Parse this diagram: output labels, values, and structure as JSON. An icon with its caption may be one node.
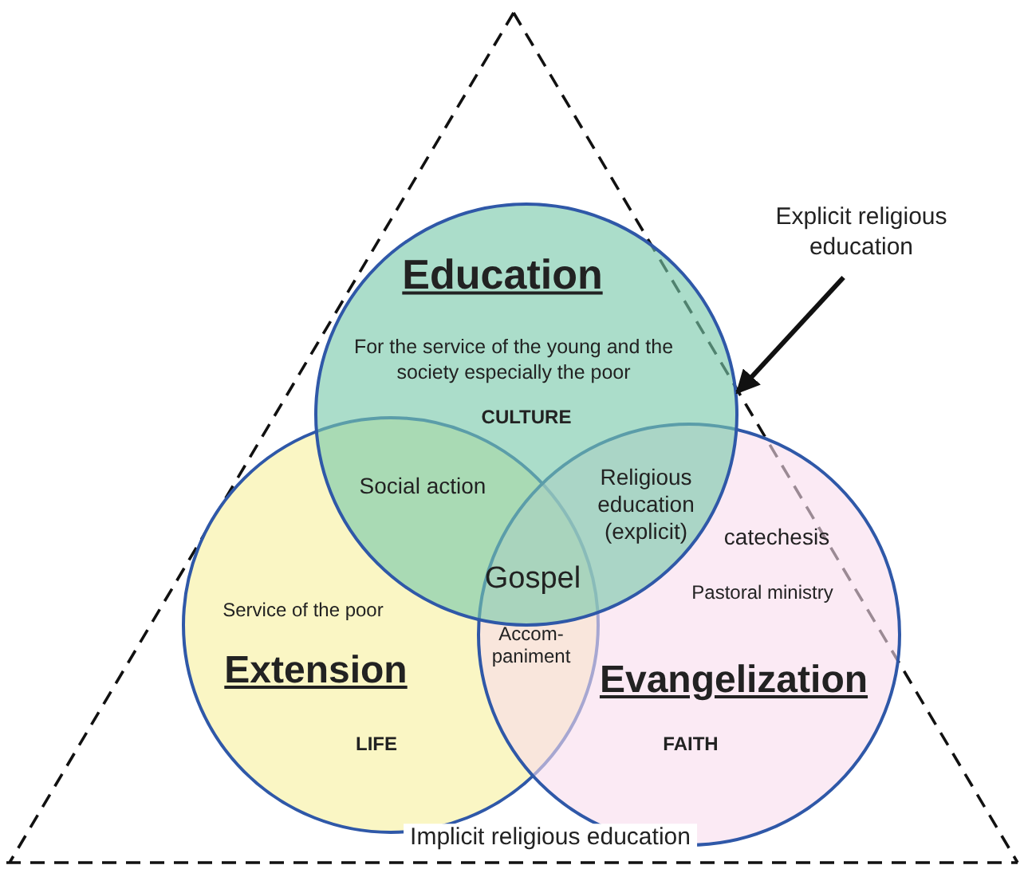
{
  "diagram": {
    "nodes": [
      {
        "text": [
          "Implicit religious education"
        ]
      },
      {
        "text": [
          "Explicit religious education"
        ]
      },
      {
        "text": [
          "Education",
          "For the service of the young and the society especially the poor",
          "CULTURE"
        ]
      },
      {
        "text": [
          "Service of the poor",
          "Extension",
          "LIFE"
        ]
      },
      {
        "text": [
          "catechesis",
          "Pastoral ministry",
          "Evangelization",
          "FAITH"
        ]
      }
    ],
    "edges": [
      {
        "from": 1,
        "to": 2,
        "arrow": "to"
      }
    ],
    "labels": [
      "Social action",
      "Religious education (explicit)",
      "Gospel",
      "Accom- paniment"
    ]
  }
}
